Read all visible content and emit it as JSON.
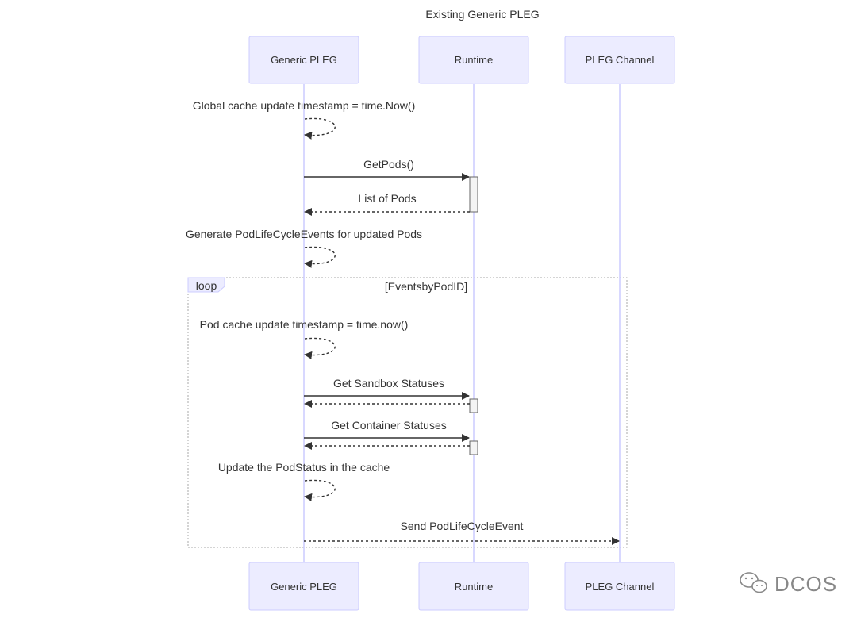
{
  "title": "Existing Generic PLEG",
  "participants": [
    {
      "id": "pleg",
      "label": "Generic PLEG"
    },
    {
      "id": "runtime",
      "label": "Runtime"
    },
    {
      "id": "channel",
      "label": "PLEG Channel"
    }
  ],
  "messages": {
    "global_cache": "Global cache update timestamp = time.Now()",
    "get_pods": "GetPods()",
    "list_pods": "List of Pods",
    "generate_events": "Generate PodLifeCycleEvents for updated Pods",
    "pod_cache": "Pod cache update timestamp = time.now()",
    "sandbox_statuses": "Get Sandbox Statuses",
    "container_statuses": "Get Container Statuses",
    "update_status": "Update the PodStatus in the cache",
    "send_event": "Send PodLifeCycleEvent"
  },
  "loop": {
    "keyword": "loop",
    "condition": "[EventsbyPodID]"
  },
  "watermark": {
    "text": "DCOS",
    "icon": "wechat-icon"
  }
}
